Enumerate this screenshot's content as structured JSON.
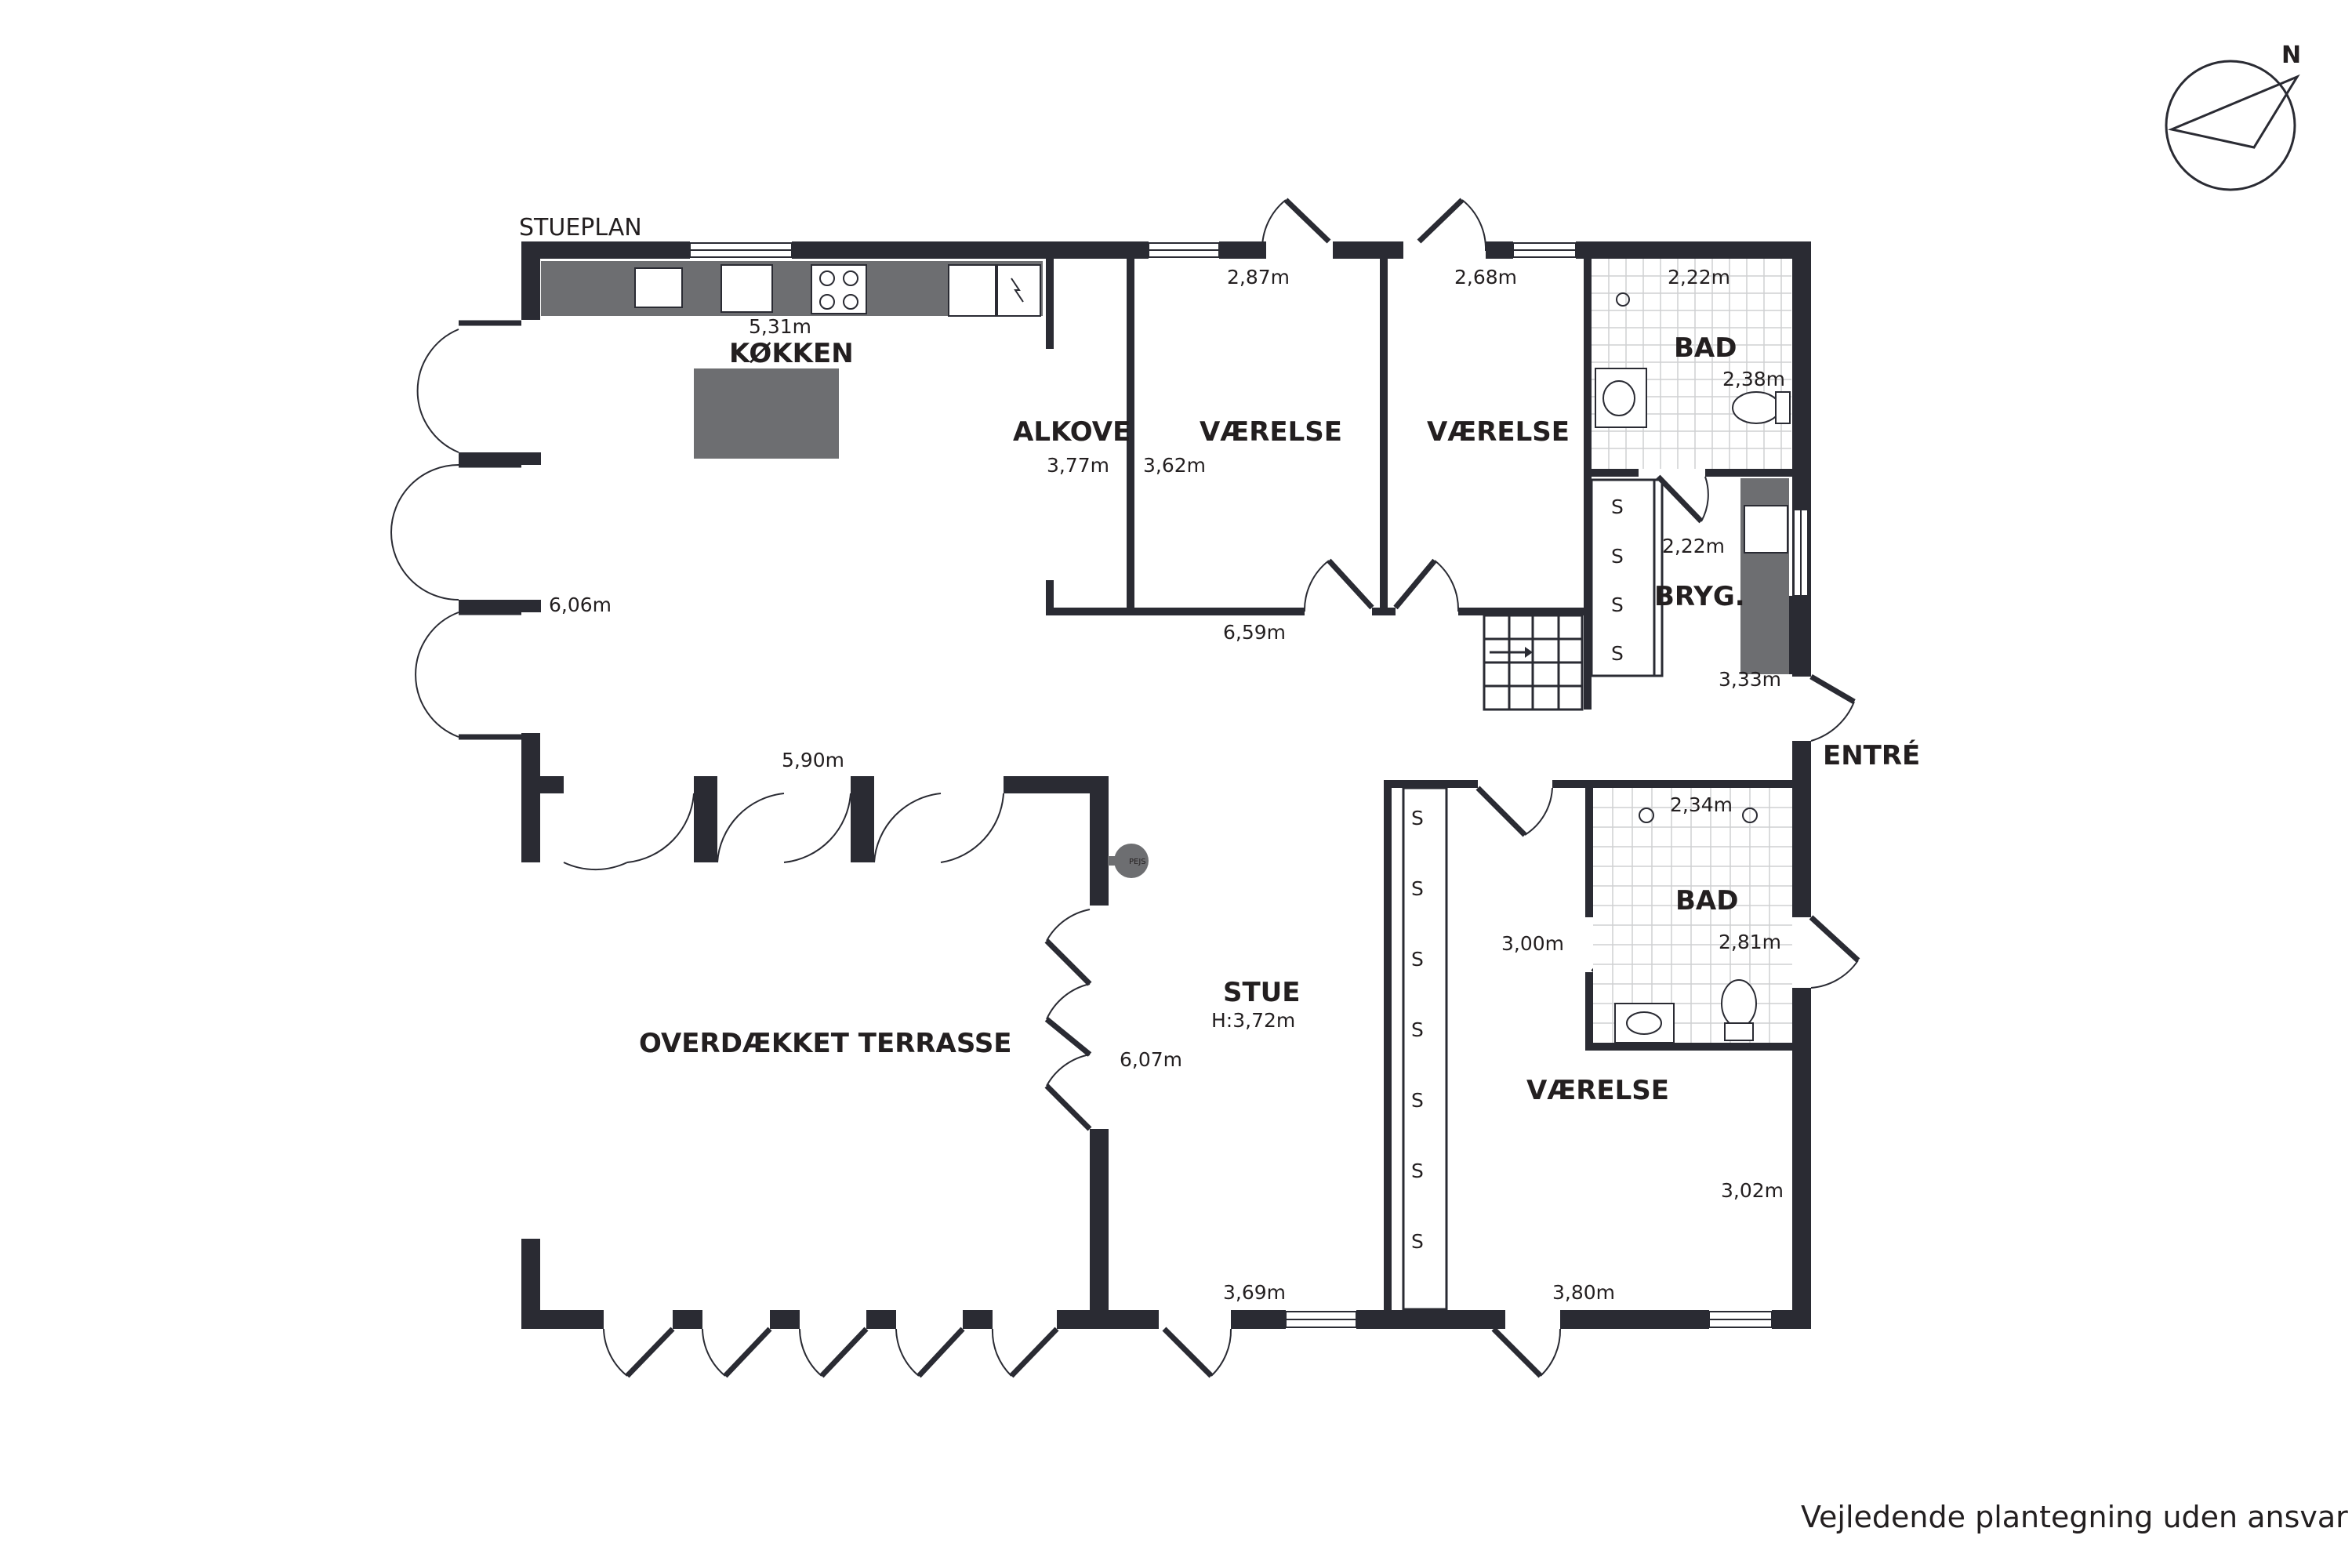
{
  "labels": {
    "stueplan": "STUEPLAN",
    "kitchen": "KØKKEN",
    "alkove": "ALKOVE",
    "room_vaerelse_1": "VÆRELSE",
    "room_vaerelse_2": "VÆRELSE",
    "bad_1": "BAD",
    "bad_2": "BAD",
    "bryg": "BRYG.",
    "entre": "ENTRÉ",
    "stue": "STUE",
    "stue_height": "H:3,72m",
    "terrace": "OVERDÆKKET TERRASSE",
    "room_vaerelse_3": "VÆRELSE",
    "pejs": "PEJS",
    "compass_n": "N",
    "disclaimer": "Vejledende plantegning uden ansvar",
    "wardrobe_mark": "S"
  },
  "dimensions": {
    "kitchen_width": "5,31m",
    "living_depth": "6,06m",
    "living_width": "5,90m",
    "alkove_depth": "3,77m",
    "room1_depth": "3,62m",
    "room1_width": "2,87m",
    "room2_width": "2,68m",
    "rooms_total": "6,59m",
    "bad1_width": "2,22m",
    "bad1_depth": "2,38m",
    "bryg_width": "2,22m",
    "bryg_depth": "3,33m",
    "bad2_width": "2,34m",
    "bad2_depth": "2,81m",
    "room3_depth_a": "3,00m",
    "room3_depth_b": "3,02m",
    "room3_width": "3,80m",
    "stue_depth": "6,07m",
    "stue_width": "3,69m"
  },
  "colors": {
    "wall": "#2a2b33",
    "counter": "#6d6e71",
    "text": "#231f20"
  }
}
